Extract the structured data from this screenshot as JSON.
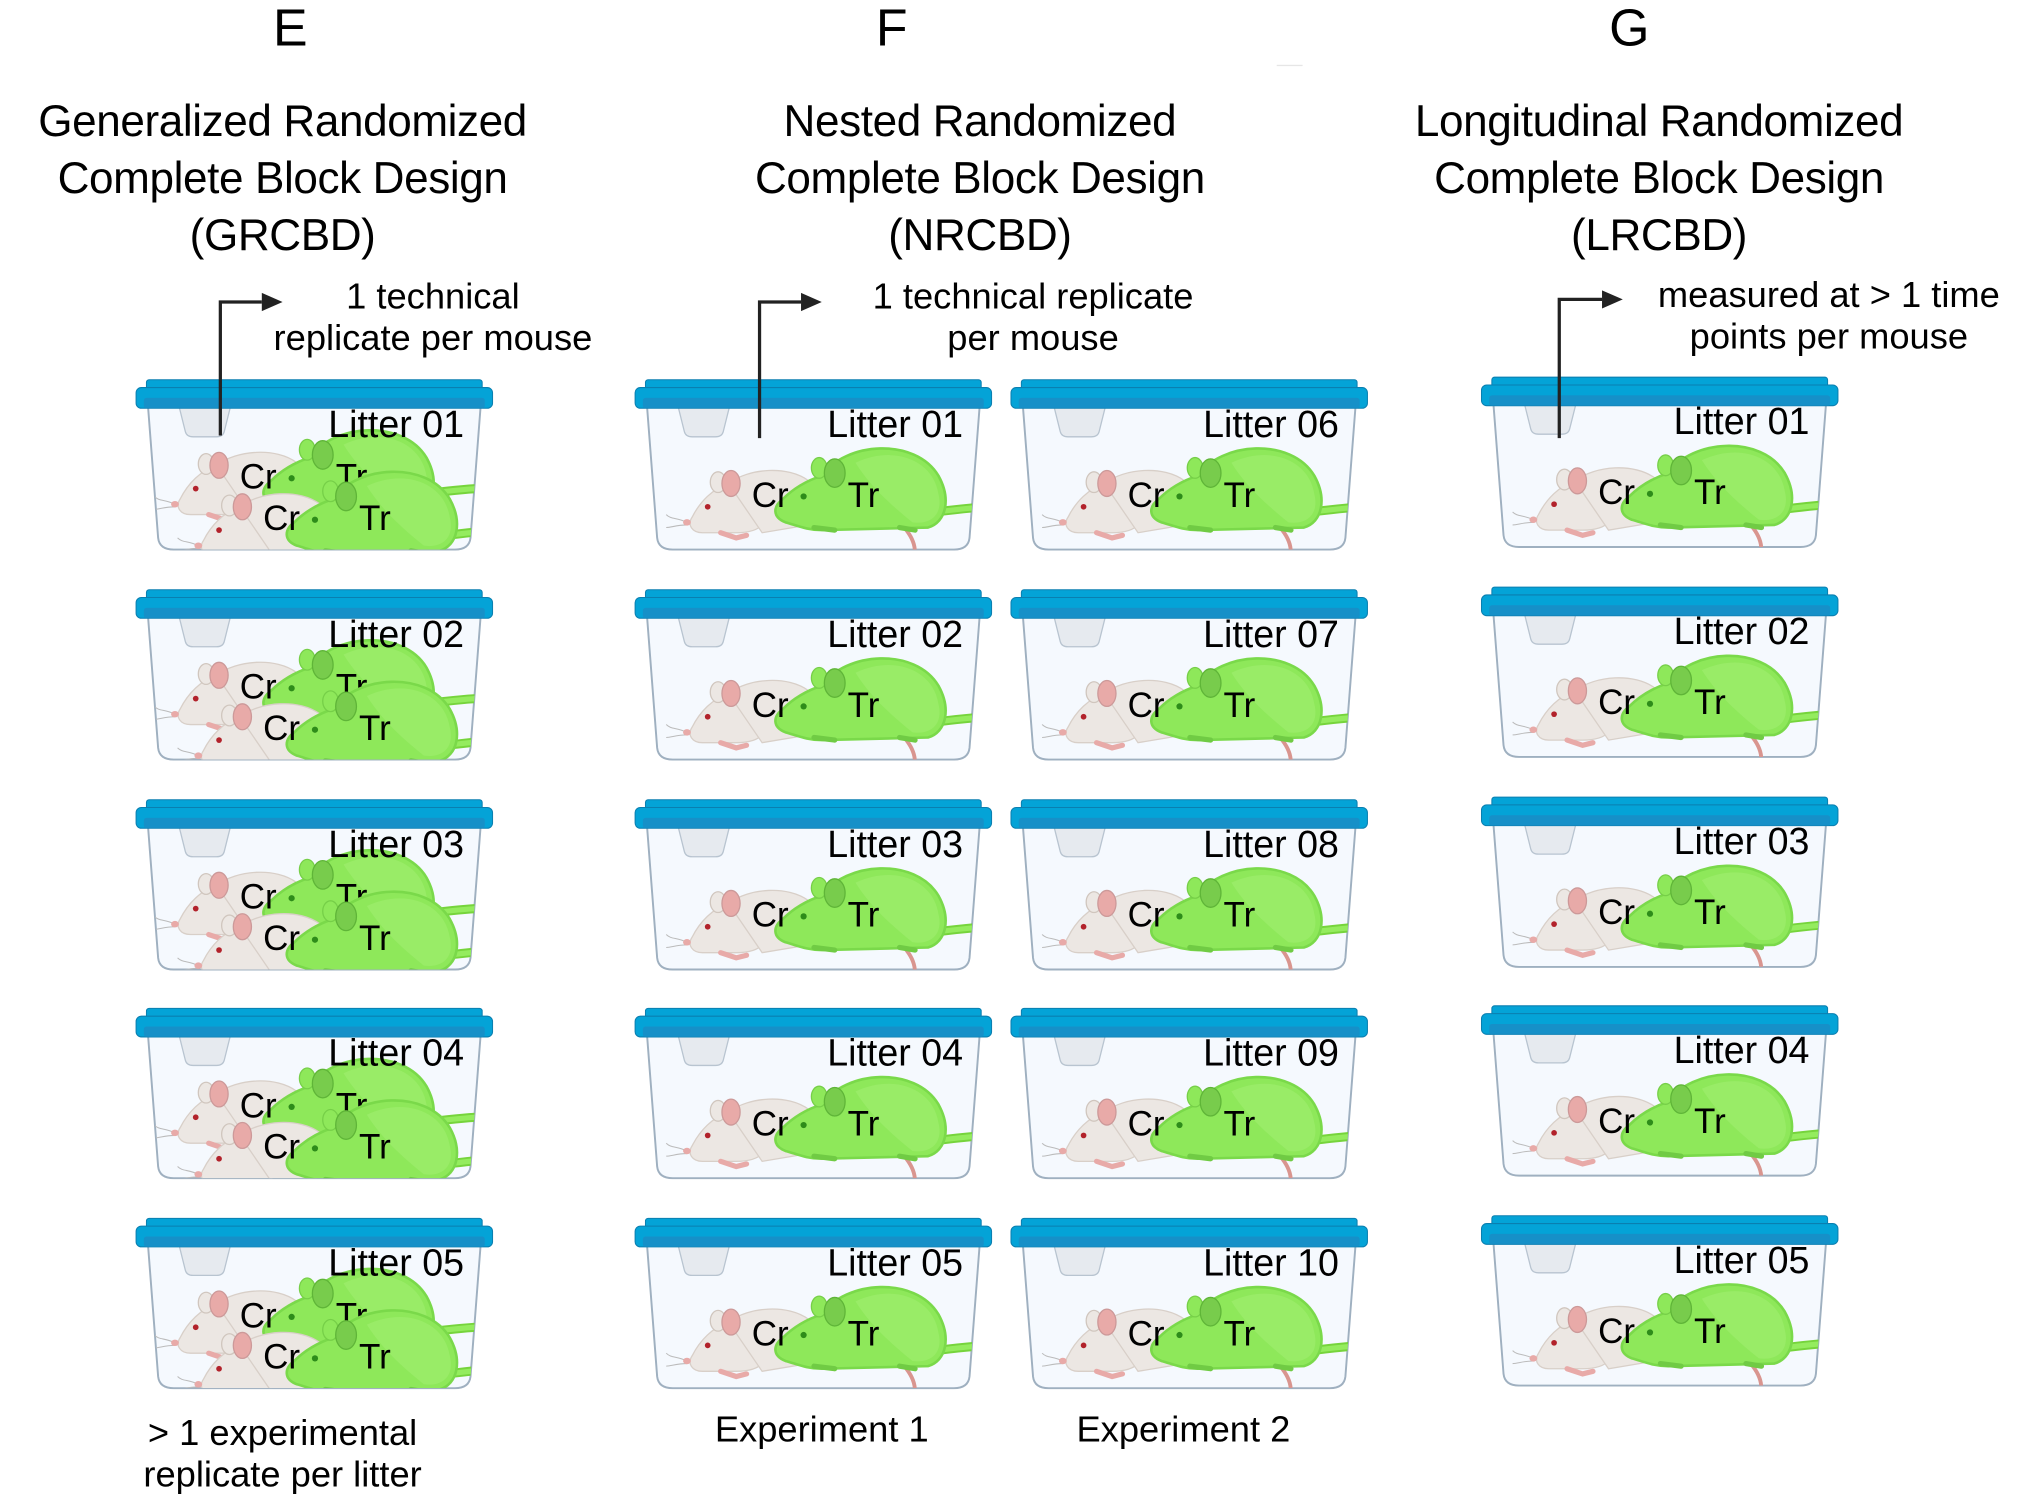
{
  "panels": [
    {
      "letter": "E",
      "title_lines": [
        "Generalized Randomized",
        "Complete Block Design",
        "(GRCBD)"
      ],
      "annotation_lines": [
        "1 technical",
        "replicate per mouse"
      ],
      "footer_lines": [
        "> 1 experimental",
        "replicate per litter"
      ],
      "mice_per_group": 2,
      "cages": [
        "Litter 01",
        "Litter 02",
        "Litter 03",
        "Litter 04",
        "Litter 05"
      ]
    },
    {
      "letter": "F",
      "title_lines": [
        "Nested Randomized",
        "Complete Block Design",
        "(NRCBD)"
      ],
      "annotation_lines": [
        "1 technical replicate",
        "per mouse"
      ],
      "mice_per_group": 1,
      "experiments": [
        {
          "label": "Experiment 1",
          "cages": [
            "Litter 01",
            "Litter 02",
            "Litter 03",
            "Litter 04",
            "Litter 05"
          ]
        },
        {
          "label": "Experiment 2",
          "cages": [
            "Litter 06",
            "Litter 07",
            "Litter 08",
            "Litter 09",
            "Litter 10"
          ]
        }
      ]
    },
    {
      "letter": "G",
      "title_lines": [
        "Longitudinal Randomized",
        "Complete Block Design",
        "(LRCBD)"
      ],
      "annotation_lines": [
        "measured at > 1 time",
        "points per mouse"
      ],
      "mice_per_group": 1,
      "cages": [
        "Litter 01",
        "Litter 02",
        "Litter 03",
        "Litter 04",
        "Litter 05"
      ]
    }
  ],
  "mouse_labels": {
    "control": "Cr",
    "treatment": "Tr"
  },
  "colors": {
    "lid": "#04a3d7",
    "lid_band": "#1a8dc6",
    "cage_fill": "#f5f9fe",
    "cage_stroke": "#9fb0c0",
    "control_mouse": "#ece7e3",
    "treatment_mouse": "#8ee85a",
    "arrow": "#222222"
  }
}
